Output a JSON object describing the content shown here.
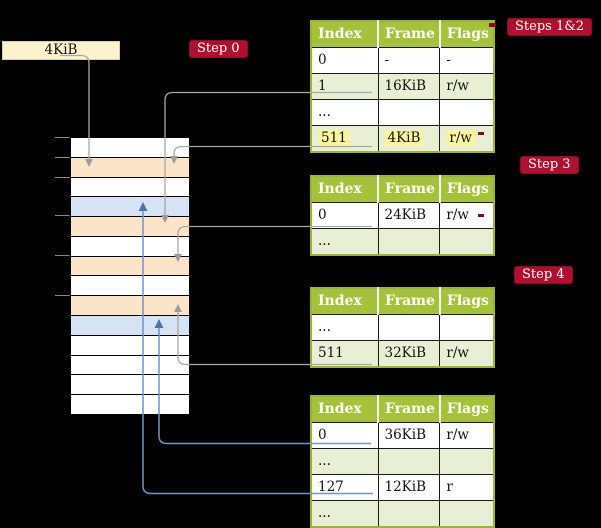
{
  "labels": {
    "frame_box": "4KiB",
    "step0": "Step 0",
    "steps12": "Steps 1&2",
    "step3": "Step 3",
    "step4": "Step 4"
  },
  "colors": {
    "header_green": "#a6c23b",
    "border_green": "#9cb42e",
    "row_green": "#e9efd5",
    "peach": "#fce4c8",
    "blue_row": "#d5e3f4",
    "beige": "#fcf2cd",
    "highlight": "#fbf59e",
    "crimson": "#b01030",
    "crimson_border": "#8c0c22",
    "gray_line": "#a8a8a8",
    "blue_line": "#7593c5",
    "blue_arrow": "#4f73a8"
  },
  "memory": {
    "rows": [
      "white",
      "peach",
      "white",
      "blue",
      "peach",
      "white",
      "peach",
      "white",
      "peach",
      "blue",
      "white",
      "white",
      "white",
      "white"
    ]
  },
  "tables": [
    {
      "id": "table-steps-1-2",
      "headers": [
        "Index",
        "Frame",
        "Flags"
      ],
      "rows": [
        {
          "cells": [
            "0",
            "-",
            "-"
          ],
          "highlight": false
        },
        {
          "cells": [
            "1",
            "16KiB",
            "r/w"
          ],
          "highlight": false
        },
        {
          "cells": [
            "...",
            "",
            ""
          ],
          "highlight": false
        },
        {
          "cells": [
            "511",
            "4KiB",
            "r/w"
          ],
          "highlight": true
        }
      ]
    },
    {
      "id": "table-step-3",
      "headers": [
        "Index",
        "Frame",
        "Flags"
      ],
      "rows": [
        {
          "cells": [
            "0",
            "24KiB",
            "r/w"
          ],
          "highlight": false
        },
        {
          "cells": [
            "...",
            "",
            ""
          ],
          "highlight": false
        }
      ]
    },
    {
      "id": "table-step-4",
      "headers": [
        "Index",
        "Frame",
        "Flags"
      ],
      "rows": [
        {
          "cells": [
            "...",
            "",
            ""
          ],
          "highlight": false
        },
        {
          "cells": [
            "511",
            "32KiB",
            "r/w"
          ],
          "highlight": false
        }
      ]
    },
    {
      "id": "table-final",
      "headers": [
        "Index",
        "Frame",
        "Flags"
      ],
      "rows": [
        {
          "cells": [
            "0",
            "36KiB",
            "r/w"
          ],
          "highlight": false
        },
        {
          "cells": [
            "...",
            "",
            ""
          ],
          "highlight": false
        },
        {
          "cells": [
            "127",
            "12KiB",
            "r"
          ],
          "highlight": false
        },
        {
          "cells": [
            "...",
            "",
            ""
          ],
          "highlight": false
        }
      ]
    }
  ]
}
